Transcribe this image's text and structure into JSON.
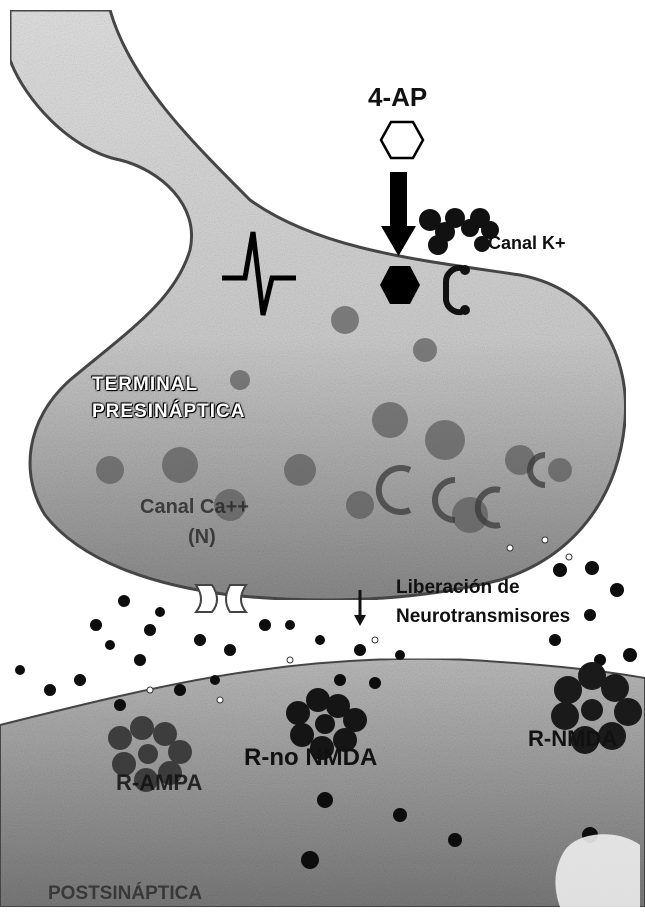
{
  "drug_label": "4-AP",
  "channel_k_label": "Canal K+",
  "presynaptic_label_line1": "TERMINAL",
  "presynaptic_label_line2": "PRESINÁPTICA",
  "channel_ca_label_line1": "Canal Ca++",
  "channel_ca_label_line2": "(N)",
  "release_label_line1": "Liberación de",
  "release_label_line2": "Neurotransmisores",
  "receptor_nmda_label": "R-no NMDA",
  "receptor_right_label": "R-NMDA",
  "receptor_left_label": "R-AMPA",
  "postsynaptic_label": "POSTSINÁPTICA",
  "colors": {
    "membrane": "#6e6e6e",
    "cytoplasm": "#d2d2d2",
    "neurotransmitter": "#0d0d0d",
    "blocker": "#000000"
  },
  "icons": [
    "hexagon-icon",
    "arrow-down-icon",
    "action-potential-icon",
    "potassium-channel-icon",
    "calcium-channel-icon"
  ]
}
